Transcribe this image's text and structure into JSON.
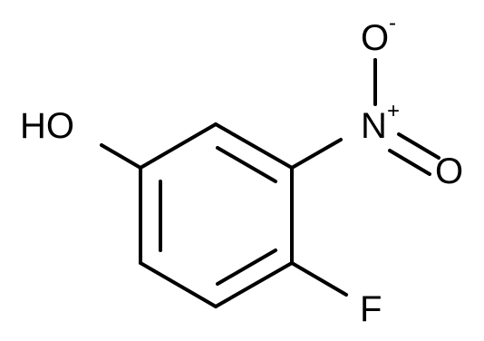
{
  "molecule": {
    "atoms": {
      "hydroxyl": "HO",
      "nitro_nitrogen": "N",
      "nitro_nitrogen_charge": "+",
      "nitro_oxygen_top": "O",
      "nitro_oxygen_top_charge": "-",
      "nitro_oxygen_right": "O",
      "fluorine": "F"
    },
    "colors": {
      "bond": "#000000",
      "oxygen": "#ff0d0d",
      "nitrogen": "#3050f8",
      "fluorine": "#90e050",
      "hydroxyl": "#ff0d0d"
    }
  }
}
